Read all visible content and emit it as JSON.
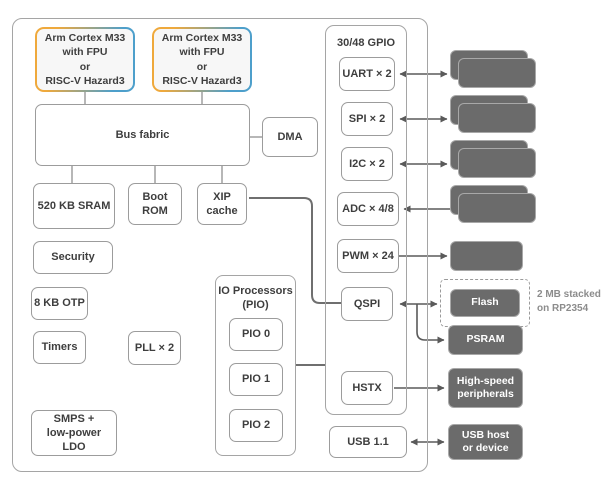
{
  "soc": {
    "cpu0": {
      "label": "Arm Cortex M33\nwith FPU\nor\nRISC-V Hazard3"
    },
    "cpu1": {
      "label": "Arm Cortex M33\nwith FPU\nor\nRISC-V Hazard3"
    },
    "bus_fabric": {
      "label": "Bus fabric"
    },
    "dma": {
      "label": "DMA"
    },
    "sram": {
      "label": "520 KB SRAM"
    },
    "boot_rom": {
      "label": "Boot\nROM"
    },
    "xip_cache": {
      "label": "XIP\ncache"
    },
    "security": {
      "label": "Security"
    },
    "otp": {
      "label": "8 KB OTP"
    },
    "timers": {
      "label": "Timers"
    },
    "pll": {
      "label": "PLL × 2"
    },
    "smps": {
      "label": "SMPS +\nlow-power LDO"
    },
    "pio": {
      "title": "IO Processors\n(PIO)",
      "blocks": [
        "PIO 0",
        "PIO 1",
        "PIO 2"
      ]
    },
    "gpio": {
      "title": "30/48 GPIO",
      "peripherals": [
        "UART × 2",
        "SPI × 2",
        "I2C × 2",
        "ADC × 4/8",
        "PWM × 24",
        "QSPI",
        "HSTX"
      ]
    },
    "usb": {
      "label": "USB 1.1"
    }
  },
  "external": {
    "flash": {
      "label": "Flash",
      "note": "2 MB stacked\non RP2354"
    },
    "psram": {
      "label": "PSRAM"
    },
    "hs_peripherals": {
      "label": "High-speed\nperipherals"
    },
    "usb_host": {
      "label": "USB host\nor device"
    }
  },
  "colors": {
    "cpu_border_left": "#EFA93C",
    "cpu_border_right": "#4D9FCB",
    "dark_block": "#6B6B6B",
    "line": "#A5A5A5",
    "arrow": "#5A5A5A",
    "text": "#3E3E3E",
    "note_text": "#8C8C8C"
  }
}
